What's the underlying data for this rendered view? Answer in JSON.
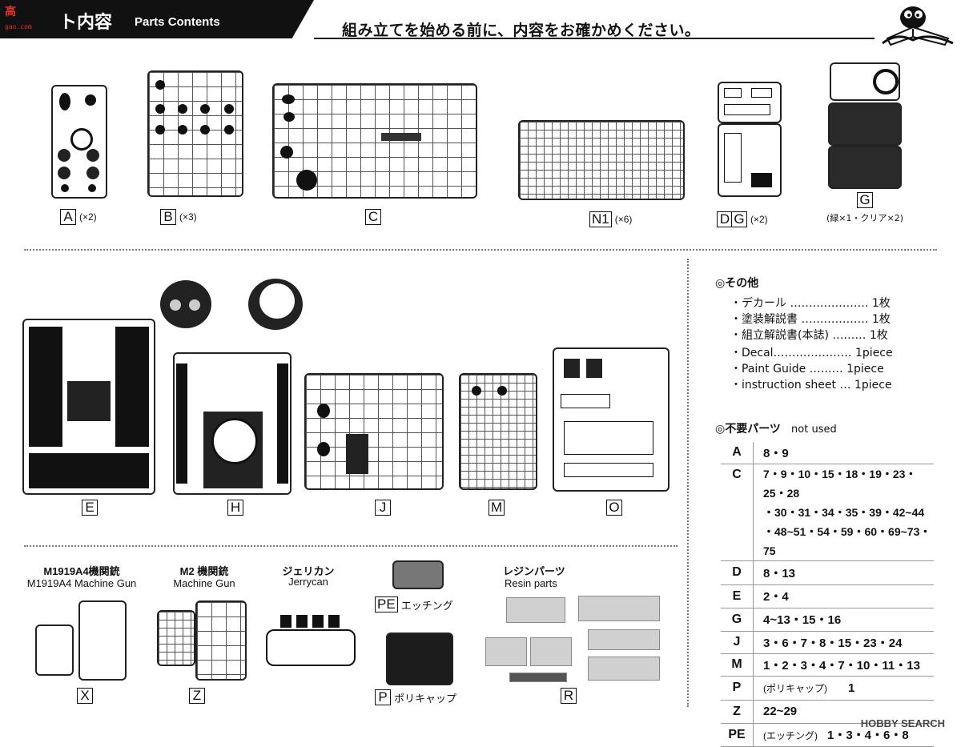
{
  "header": {
    "site_logo": "高",
    "site_sub": "gao.com",
    "title_jp": "ト内容",
    "title_en": "Parts Contents",
    "instruction": "組み立てを始める前に、内容をお確かめください。"
  },
  "top_row": [
    {
      "letter": "A",
      "qty": "(×2)"
    },
    {
      "letter": "B",
      "qty": "(×3)"
    },
    {
      "letter": "C",
      "qty": ""
    },
    {
      "letter": "N1",
      "qty": "(×6)"
    },
    {
      "letter1": "D",
      "letter2": "G",
      "qty": "(×2)"
    },
    {
      "letter": "G",
      "note": "(緑×1・クリア×2)"
    }
  ],
  "mid_row": [
    "E",
    "H",
    "J",
    "M",
    "O"
  ],
  "bottom": {
    "mg1_jp": "M1919A4機関銃",
    "mg1_en": "M1919A4 Machine Gun",
    "mg1_letter": "X",
    "mg2_jp": "M2 機関銃",
    "mg2_en": "Machine Gun",
    "mg2_letter": "Z",
    "jerry_jp": "ジェリカン",
    "jerry_en": "Jerrycan",
    "pe_letter": "PE",
    "pe_label": "エッチング",
    "p_letter": "P",
    "p_label": "ポリキャップ",
    "resin_jp": "レジンパーツ",
    "resin_en": "Resin parts",
    "resin_letter": "R"
  },
  "misc": {
    "title": "◎その他",
    "lines": [
      "・デカール ………………… 1枚",
      "・塗装解説書 ……………… 1枚",
      "・組立解説書(本誌) ……… 1枚",
      "・Decal………………… 1piece",
      "・Paint Guide ……… 1piece",
      "・instruction sheet … 1piece"
    ]
  },
  "unused": {
    "title": "◎不要パーツ",
    "title_en": "not used",
    "rows": [
      {
        "k": "A",
        "v": "8・9"
      },
      {
        "k": "C",
        "v": "7・9・10・15・18・19・23・25・28\n・30・31・34・35・39・42~44\n・48~51・54・59・60・69~73・75"
      },
      {
        "k": "D",
        "v": "8・13"
      },
      {
        "k": "E",
        "v": "2・4"
      },
      {
        "k": "G",
        "v": "4~13・15・16"
      },
      {
        "k": "J",
        "v": "3・6・7・8・15・23・24"
      },
      {
        "k": "M",
        "v": "1・2・3・4・7・10・11・13"
      },
      {
        "k": "P",
        "sub": "(ポリキャップ)",
        "v": "1"
      },
      {
        "k": "Z",
        "v": "22~29"
      },
      {
        "k": "PE",
        "sub": "(エッチング)",
        "v": "1・3・4・6・8"
      }
    ]
  },
  "watermark": "HOBBY SEARCH"
}
